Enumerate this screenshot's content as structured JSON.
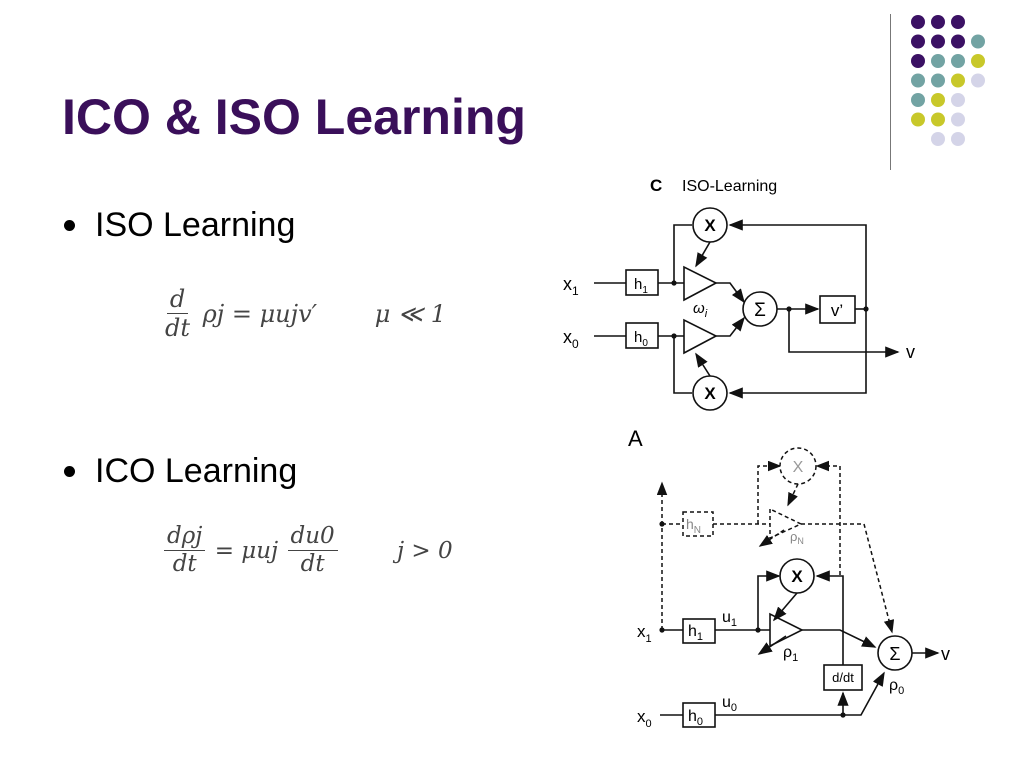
{
  "slide": {
    "title": "ICO & ISO Learning",
    "bullets": [
      {
        "label": "ISO Learning"
      },
      {
        "label": "ICO Learning"
      }
    ],
    "iso_equation": {
      "frac_num": "d",
      "frac_den": "dt",
      "rhs": "ρj = μujv′",
      "condition": "μ ≪ 1"
    },
    "ico_equation": {
      "frac1_num": "dρj",
      "frac1_den": "dt",
      "mid": "= μuj",
      "frac2_num": "du0",
      "frac2_den": "dt",
      "condition": "j > 0"
    }
  },
  "diagram_c": {
    "panel_label": "C",
    "panel_title": "ISO-Learning",
    "x1": "x",
    "x1_sub": "1",
    "x0": "x",
    "x0_sub": "0",
    "h1": "h",
    "h1_sub": "1",
    "h0": "h",
    "h0_sub": "0",
    "mult": "X",
    "sum": "Σ",
    "omega": "ω",
    "omega_sub": "i",
    "vprime": "v’",
    "out": "v"
  },
  "diagram_a": {
    "panel_label": "A",
    "hN": "h",
    "hN_sub": "N",
    "rhoN": "ρ",
    "rhoN_sub": "N",
    "mult": "X",
    "x1": "x",
    "x1_sub": "1",
    "h1": "h",
    "h1_sub": "1",
    "u1": "u",
    "u1_sub": "1",
    "rho1": "ρ",
    "rho1_sub": "1",
    "sum": "Σ",
    "out": "v",
    "rho0": "ρ",
    "rho0_sub": "0",
    "ddt": "d/dt",
    "x0": "x",
    "x0_sub": "0",
    "h0": "h",
    "h0_sub": "0",
    "u0": "u",
    "u0_sub": "0"
  },
  "decoration": {
    "dot_colors": {
      "purple": "#3b1164",
      "teal": "#72a3a3",
      "yellow": "#c8c82a",
      "lavender": "#d4d4e8"
    }
  }
}
